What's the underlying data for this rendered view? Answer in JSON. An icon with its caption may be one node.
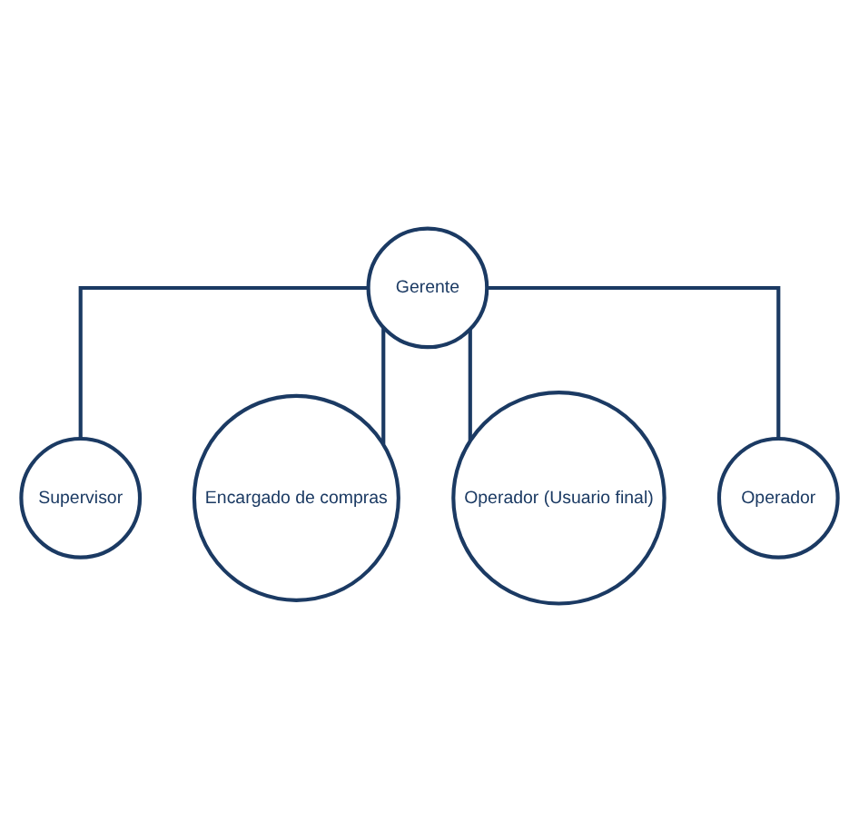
{
  "diagram": {
    "nodes": [
      {
        "text": [
          "Gerente"
        ]
      },
      {
        "text": [
          "Supervisor"
        ]
      },
      {
        "text": [
          "Encargado de compras"
        ]
      },
      {
        "text": [
          "Operador (Usuario final)"
        ]
      },
      {
        "text": [
          "Operador"
        ]
      }
    ],
    "edges": [
      {
        "from": 0,
        "to": 1,
        "arrow": "none"
      },
      {
        "from": 0,
        "to": 2,
        "arrow": "none"
      },
      {
        "from": 0,
        "to": 3,
        "arrow": "none"
      },
      {
        "from": 0,
        "to": 4,
        "arrow": "none"
      }
    ]
  }
}
